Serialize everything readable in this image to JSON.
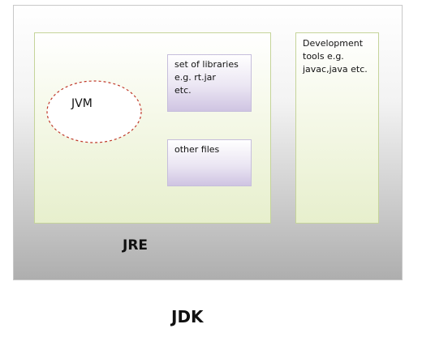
{
  "jdk": {
    "label": "JDK"
  },
  "jre": {
    "label": "JRE",
    "jvm": {
      "label": "JVM"
    },
    "libraries": {
      "text": "set of libraries\ne.g. rt.jar\netc."
    },
    "other_files": {
      "text": "other files"
    }
  },
  "dev_tools": {
    "text": "Development\ntools e.g.\njavac,java etc."
  },
  "colors": {
    "jvm_border": "#c0392b",
    "jre_border": "#c5d49a",
    "box_border": "#c6bedc"
  }
}
